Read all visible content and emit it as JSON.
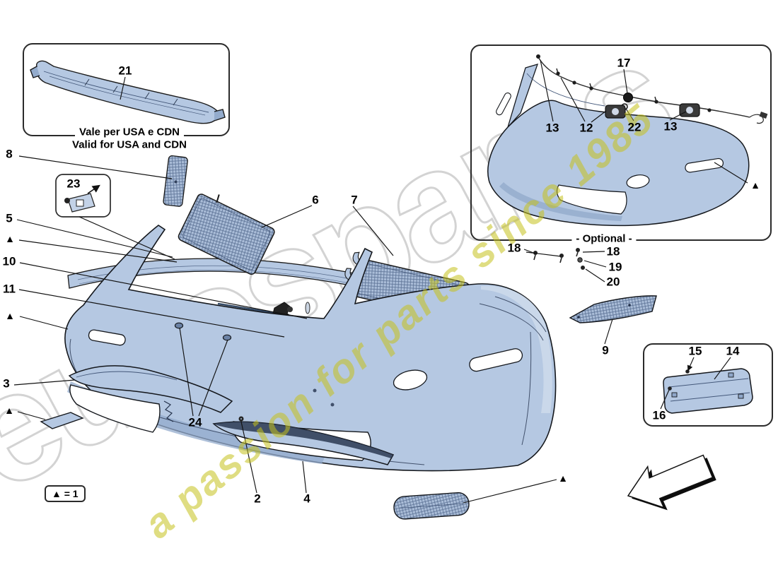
{
  "diagram": {
    "watermark_brand": "eurospares",
    "watermark_slogan": "a passion for parts since 1985",
    "legend": "▲ = 1",
    "triangle": "▲",
    "insets": {
      "usa_cdn": {
        "caption_it": "Vale per USA e CDN",
        "caption_en": "Valid for USA and CDN"
      },
      "optional": {
        "caption": "- Optional -"
      }
    },
    "callouts": {
      "c21": "21",
      "c8": "8",
      "c23": "23",
      "c5": "5",
      "c10": "10",
      "c11": "11",
      "c3": "3",
      "c6": "6",
      "c7": "7",
      "c24": "24",
      "c2": "2",
      "c4": "4",
      "c9": "9",
      "c18a": "18",
      "c18b": "18",
      "c19": "19",
      "c20": "20",
      "c13a": "13",
      "c12": "12",
      "c17": "17",
      "c22": "22",
      "c13b": "13",
      "c15": "15",
      "c14": "14",
      "c16": "16"
    },
    "colors": {
      "part_fill": "#b5c8e2",
      "part_shade": "#93abcc",
      "part_light": "#d0dcec",
      "mesh_line": "#5d7396",
      "outline": "#1a1a1a",
      "slogan_yellow": "#c6c21d",
      "brand_gray": "#cccccc"
    }
  }
}
